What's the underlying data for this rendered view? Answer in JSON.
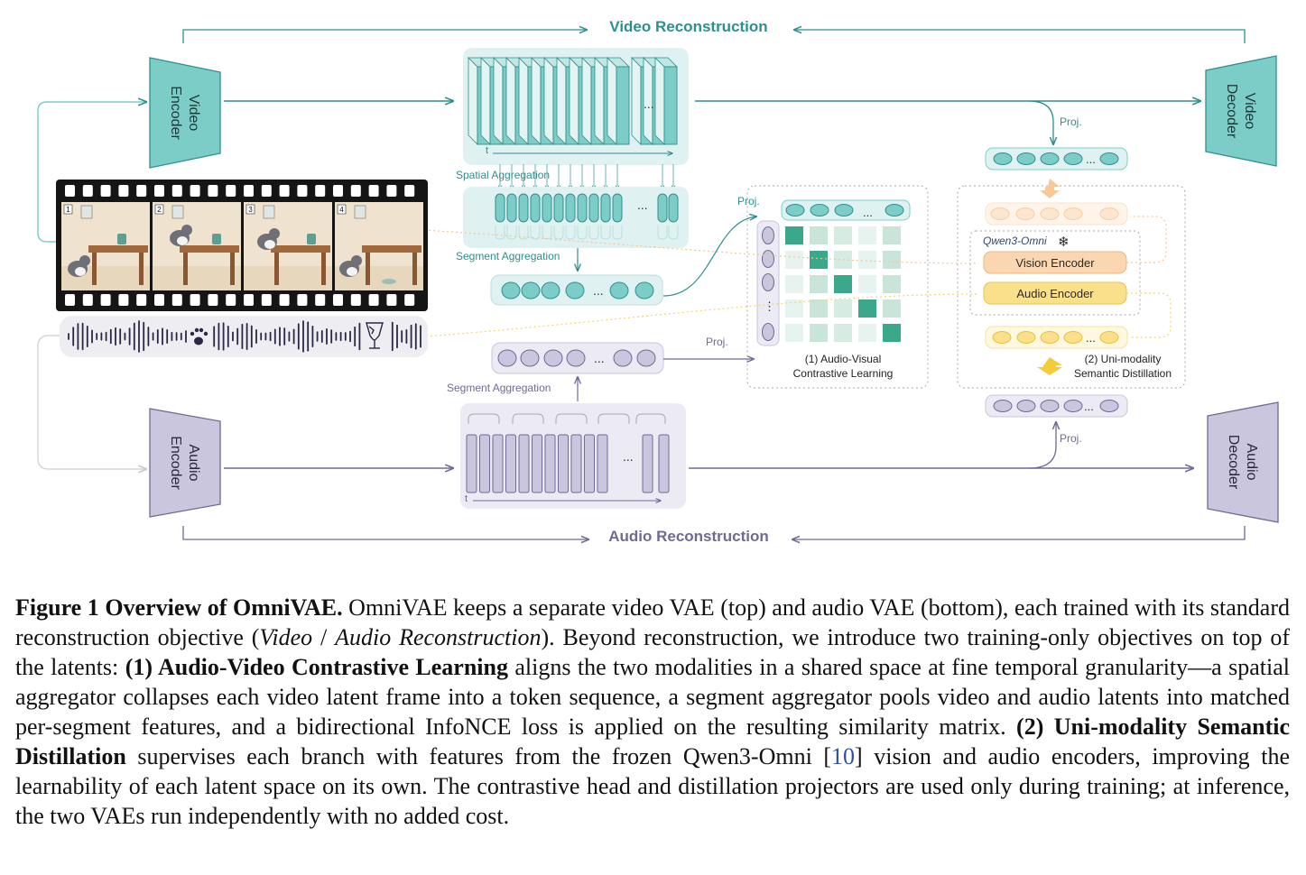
{
  "diagram": {
    "video_reconstruction": "Video Reconstruction",
    "audio_reconstruction": "Audio Reconstruction",
    "video_encoder": [
      "Video",
      "Encoder"
    ],
    "video_decoder": [
      "Video",
      "Decoder"
    ],
    "audio_encoder": [
      "Audio",
      "Encoder"
    ],
    "audio_decoder": [
      "Audio",
      "Decoder"
    ],
    "spatial_aggregation": "Spatial Aggregation",
    "segment_aggregation_video": "Segment Aggregation",
    "segment_aggregation_audio": "Segment Aggregation",
    "proj_video_contrast": "Proj.",
    "proj_audio_contrast": "Proj.",
    "proj_video_distill": "Proj.",
    "proj_audio_distill": "Proj.",
    "qwen_label": "Qwen3-Omni",
    "vision_encoder": "Vision Encoder",
    "audio_encoder_teacher": "Audio Encoder",
    "contrastive_title": [
      "(1) Audio-Visual",
      "Contrastive Learning"
    ],
    "distill_title": [
      "(2) Uni-modality",
      "Semantic Distillation"
    ],
    "time_label_video": "t",
    "time_label_audio": "t",
    "ellipsis": "...",
    "frame_numbers": [
      "1",
      "2",
      "3",
      "4"
    ],
    "snowflake_icon": "snowflake-icon",
    "colors": {
      "video": "#7ccdc8",
      "video_dark": "#2f8f8d",
      "audio": "#c9c6dd",
      "audio_dark": "#6e6a96",
      "vision_teacher": "#fbd7b1",
      "audio_teacher": "#fbe08c",
      "matrix_strong": "#3aa88a",
      "matrix_weak": "#d3ebe2"
    }
  },
  "caption": {
    "label": "Figure 1",
    "title": "Overview of OmniVAE.",
    "p1": " OmniVAE keeps a separate video VAE (top) and audio VAE (bottom), each trained with its standard reconstruction objective (",
    "italic1": "Video",
    "slash": " / ",
    "italic2": "Audio Reconstruction",
    "p2": "). Beyond reconstruction, we introduce two training-only objectives on top of the latents: ",
    "bold1": "(1) Audio-Video Contrastive Learning",
    "p3": " aligns the two modalities in a shared space at fine temporal granularity—a spatial aggregator collapses each video latent frame into a token sequence, a segment aggregator pools video and audio latents into matched per-segment features, and a bidirectional InfoNCE loss is applied on the resulting similarity matrix. ",
    "bold2": "(2) Uni-modality Semantic Distillation",
    "p4": " supervises each branch with features from the frozen Qwen3-Omni [",
    "ref": "10",
    "p5": "] vision and audio encoders, improving the learnability of each latent space on its own. The contrastive head and distillation projectors are used only during training; at inference, the two VAEs run independently with no added cost."
  }
}
